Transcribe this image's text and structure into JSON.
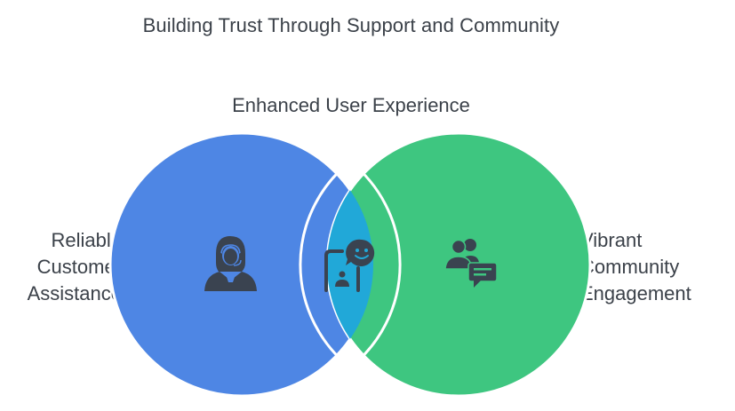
{
  "title": "Building Trust Through Support and Community",
  "intersection_label": "Enhanced User Experience",
  "left_set": {
    "label_lines": [
      "Reliable",
      "Customer",
      "Assistance"
    ],
    "icon": "customer-support-agent-icon",
    "color": "#4E86E4"
  },
  "right_set": {
    "label_lines": [
      "Vibrant",
      "Community",
      "Engagement"
    ],
    "icon": "community-chat-icon",
    "color": "#3EC680"
  },
  "intersection": {
    "icon": "user-feedback-smiley-icon",
    "color": "#21A8D8"
  },
  "icon_color": "#3a4350"
}
